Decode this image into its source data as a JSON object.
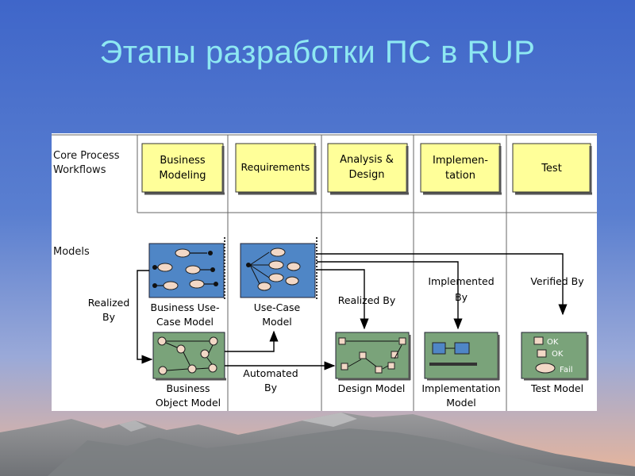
{
  "slide": {
    "title": "Этапы разработки ПС в RUP"
  },
  "diagram": {
    "row_labels": {
      "workflows": [
        "Core Process",
        "Workflows"
      ],
      "models": "Models"
    },
    "workflows": [
      {
        "lines": [
          "Business",
          "Modeling"
        ]
      },
      {
        "lines": [
          "Requirements"
        ]
      },
      {
        "lines": [
          "Analysis &",
          "Design"
        ]
      },
      {
        "lines": [
          "Implemen-",
          "tation"
        ]
      },
      {
        "lines": [
          "Test"
        ]
      }
    ],
    "models": {
      "business_use_case": [
        "Business Use-",
        "Case Model"
      ],
      "use_case": [
        "Use-Case",
        "Model"
      ],
      "business_object": [
        "Business",
        "Object Model"
      ],
      "design": "Design Model",
      "implementation": [
        "Implementation",
        "Model"
      ],
      "test": "Test Model"
    },
    "relations": {
      "realized_by_left": [
        "Realized",
        "By"
      ],
      "realized_by_design": "Realized By",
      "automated_by": [
        "Automated",
        "By"
      ],
      "implemented_by": [
        "Implemented",
        "By"
      ],
      "verified_by": "Verified By"
    },
    "test_items": [
      "OK",
      "OK",
      "Fail"
    ],
    "colors": {
      "workflow_box": "#ffff99",
      "use_case_model": "#4f86c6",
      "object_model": "#7aa37a",
      "panel": "#ffffff",
      "title": "#8ee8f2"
    }
  }
}
